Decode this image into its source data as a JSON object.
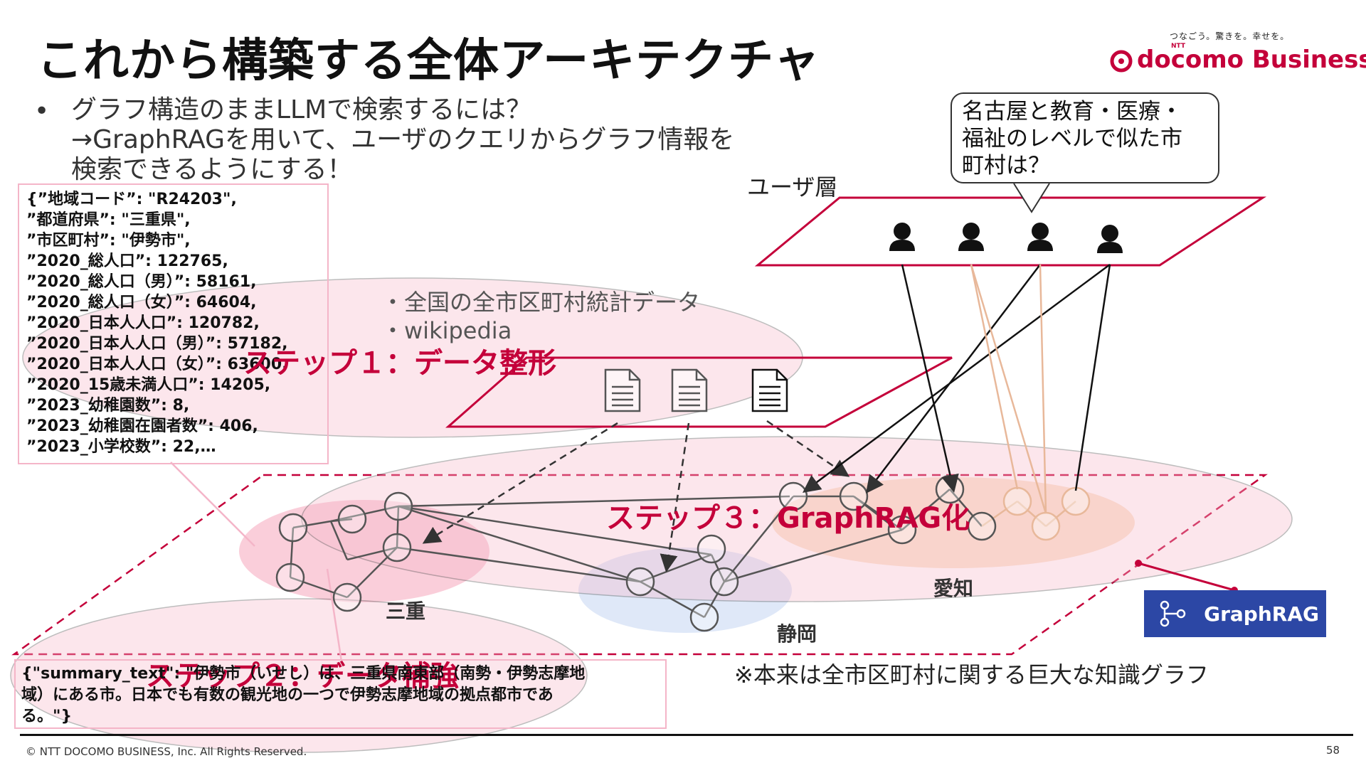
{
  "slide": {
    "title": "これから構築する全体アーキテクチャ",
    "page_number": "58",
    "copyright": "© NTT DOCOMO BUSINESS, Inc. All Rights Reserved."
  },
  "logo": {
    "tagline": "つなごう。驚きを。幸せを。",
    "ntt": "NTT",
    "name": "docomo Business"
  },
  "bullet": {
    "marker": "•",
    "lines": [
      "グラフ構造のままLLMで検索するには？",
      "→GraphRAGを用いて、ユーザのクエリからグラフ情報を",
      "検索できるようにする！"
    ]
  },
  "json_sample": {
    "lines": [
      "{”地域コード”: \"R24203\",",
      "”都道府県”: \"三重県\",",
      "”市区町村”: \"伊勢市\",",
      "”2020_総人口”: 122765,",
      "”2020_総人口（男）”: 58161,",
      "”2020_総人口（女）”: 64604,",
      "”2020_日本人人口”: 120782,",
      "”2020_日本人人口（男）”: 57182,",
      "”2020_日本人人口（女）”: 63600,",
      "”2020_15歳未満人口”: 14205,",
      "”2023_幼稚園数”: 8,",
      "”2023_幼稚園在園者数”: 406,",
      "”2023_小学校数”: 22,…"
    ]
  },
  "summary_sample": {
    "lines": [
      "{\"summary_text\": \"伊勢市（いせし）は、三重県南東部（南勢・伊勢志摩地",
      "域）にある市。日本でも有数の観光地の一つで伊勢志摩地域の拠点都市であ",
      "る。\"}"
    ]
  },
  "sources": {
    "lines": [
      "・全国の全市区町村統計データ",
      "・wikipedia"
    ]
  },
  "steps": {
    "step1": "ステップ１：データ整形",
    "step2": "ステップ２：データ補強",
    "step3": "ステップ３：GraphRAG化"
  },
  "regions": {
    "mie": "三重",
    "shizuoka": "静岡",
    "aichi": "愛知"
  },
  "user_layer": {
    "label": "ユーザ層",
    "query": [
      "名古屋と教育・医療・",
      "福祉のレベルで似た市",
      "町村は？"
    ]
  },
  "note": "※本来は全市区町村に関する巨大な知識グラフ",
  "badge": {
    "label": "GraphRAG",
    "icon": "graph-nodes-icon"
  },
  "colors": {
    "accent": "#c4003a",
    "pink_fill": "#f9c9d6",
    "blue_fill": "#dce6f7",
    "orange_fill": "#fbe0c8",
    "badge": "#2c47a5"
  }
}
